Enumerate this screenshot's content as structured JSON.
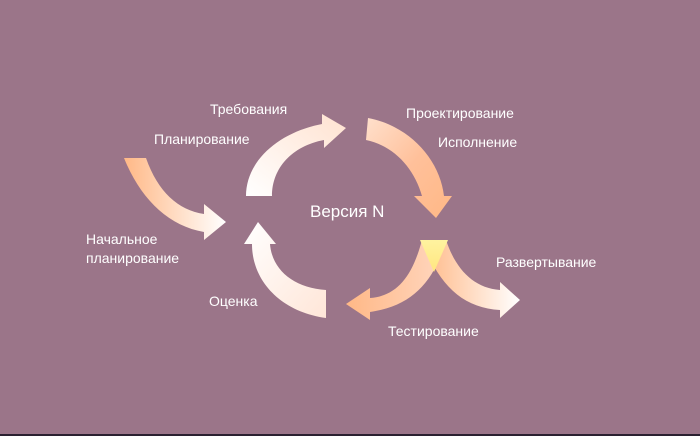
{
  "diagram": {
    "center_label": "Версия N",
    "labels": {
      "requirements": "Требования",
      "planning": "Планирование",
      "design": "Проектирование",
      "execution": "Исполнение",
      "initial_planning_line1": "Начальное",
      "initial_planning_line2": "планирование",
      "deployment": "Развертывание",
      "evaluation": "Оценка",
      "testing": "Тестирование"
    },
    "colors": {
      "background": "#9b7589",
      "arrow_orange": "#ffb886",
      "arrow_white": "#ffffff",
      "arrow_yellow": "#fff3a0"
    }
  }
}
